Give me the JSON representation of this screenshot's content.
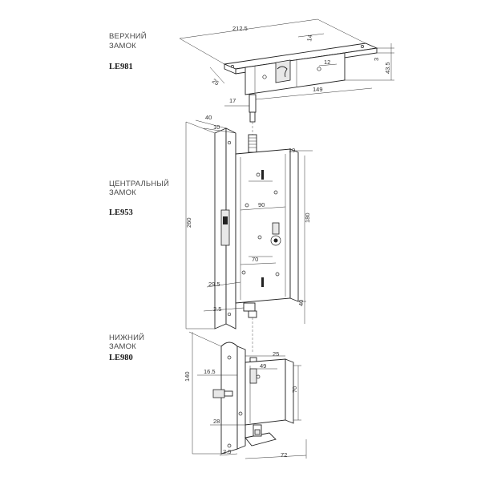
{
  "labels": {
    "top_lock": [
      "ВЕРХНИЙ",
      "ЗАМОК"
    ],
    "top_model": "LE981",
    "center_lock": [
      "ЦЕНТРАЛЬНЫЙ",
      "ЗАМОК"
    ],
    "center_model": "LE953",
    "bottom_lock": [
      "НИЖНИЙ",
      "ЗАМОК"
    ],
    "bottom_model": "LE980"
  },
  "dimensions": {
    "top": {
      "length": "212.5",
      "depth": "25",
      "d14": "14",
      "d12": "12",
      "d3": "3",
      "d43": "43.5",
      "d17": "17",
      "d149": "149"
    },
    "center": {
      "d40": "40",
      "d10": "10",
      "d19": "19",
      "d260": "260",
      "d180": "180",
      "d90": "90",
      "d70": "70",
      "d29": "29.5",
      "d2_5": "2.5",
      "d40b": "40"
    },
    "bottom": {
      "d25": "25",
      "d16": "16.5",
      "d49": "49",
      "d140": "140",
      "d70": "70",
      "d28": "28",
      "d2_5": "2.5",
      "d72": "72"
    }
  }
}
